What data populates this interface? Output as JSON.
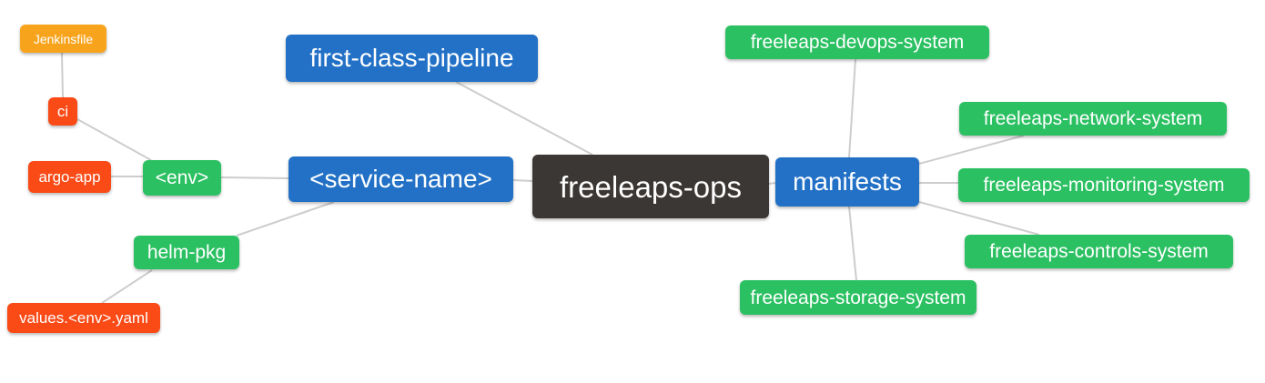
{
  "diagram_type": "mindmap",
  "palette": {
    "root": "#3b3734",
    "level1_blue": "#2271c6",
    "level2_green": "#2bc062",
    "level3_red": "#fa4a16",
    "level4_amber": "#f7a41c",
    "edge": "#cdcdcd",
    "text": "#ffffff",
    "background": "#ffffff"
  },
  "nodes": [
    {
      "id": "freeleaps-ops",
      "label": "freeleaps-ops",
      "level": 0,
      "color": "#3b3734",
      "parent": null
    },
    {
      "id": "first-class-pipeline",
      "label": "first-class-pipeline",
      "level": 1,
      "color": "#2271c6",
      "parent": "freeleaps-ops"
    },
    {
      "id": "service-name",
      "label": "<service-name>",
      "level": 1,
      "color": "#2271c6",
      "parent": "freeleaps-ops"
    },
    {
      "id": "manifests",
      "label": "manifests",
      "level": 1,
      "color": "#2271c6",
      "parent": "freeleaps-ops"
    },
    {
      "id": "env",
      "label": "<env>",
      "level": 2,
      "color": "#2bc062",
      "parent": "service-name"
    },
    {
      "id": "helm-pkg",
      "label": "helm-pkg",
      "level": 2,
      "color": "#2bc062",
      "parent": "service-name"
    },
    {
      "id": "freeleaps-devops-system",
      "label": "freeleaps-devops-system",
      "level": 2,
      "color": "#2bc062",
      "parent": "manifests"
    },
    {
      "id": "freeleaps-network-system",
      "label": "freeleaps-network-system",
      "level": 2,
      "color": "#2bc062",
      "parent": "manifests"
    },
    {
      "id": "freeleaps-monitoring-system",
      "label": "freeleaps-monitoring-system",
      "level": 2,
      "color": "#2bc062",
      "parent": "manifests"
    },
    {
      "id": "freeleaps-controls-system",
      "label": "freeleaps-controls-system",
      "level": 2,
      "color": "#2bc062",
      "parent": "manifests"
    },
    {
      "id": "freeleaps-storage-system",
      "label": "freeleaps-storage-system",
      "level": 2,
      "color": "#2bc062",
      "parent": "manifests"
    },
    {
      "id": "ci",
      "label": "ci",
      "level": 3,
      "color": "#fa4a16",
      "parent": "env"
    },
    {
      "id": "argo-app",
      "label": "argo-app",
      "level": 3,
      "color": "#fa4a16",
      "parent": "env"
    },
    {
      "id": "values-env-yaml",
      "label": "values.<env>.yaml",
      "level": 3,
      "color": "#fa4a16",
      "parent": "helm-pkg"
    },
    {
      "id": "jenkinsfile",
      "label": "Jenkinsfile",
      "level": 4,
      "color": "#f7a41c",
      "parent": "ci"
    }
  ]
}
